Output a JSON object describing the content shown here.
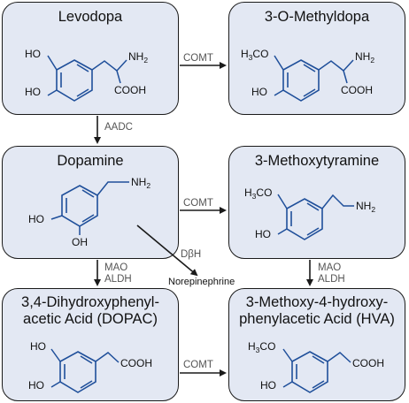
{
  "colors": {
    "box_fill": "#e3e8f3",
    "box_border": "#1a1a1a",
    "bond": "#1f4f9a",
    "enzyme_text": "#555555"
  },
  "compounds": {
    "levodopa": {
      "name": "Levodopa",
      "groups": {
        "ho_top": "HO",
        "ho_bottom": "HO",
        "nh": "NH",
        "nh_sub": "2",
        "acid": "COOH"
      }
    },
    "omd": {
      "name": "3-O-Methyldopa",
      "groups": {
        "h3co_h": "H",
        "h3co_3": "3",
        "h3co_co": "CO",
        "ho": "HO",
        "nh": "NH",
        "nh_sub": "2",
        "acid": "COOH"
      }
    },
    "dopamine": {
      "name": "Dopamine",
      "groups": {
        "nh": "NH",
        "nh_sub": "2",
        "ho_left": "HO",
        "oh_bottom": "OH"
      }
    },
    "mt": {
      "name": "3-Methoxytyramine",
      "groups": {
        "h3co_h": "H",
        "h3co_3": "3",
        "h3co_co": "CO",
        "ho": "HO",
        "nh": "NH",
        "nh_sub": "2"
      }
    },
    "dopac": {
      "name_line1": "3,4-Dihydroxyphenyl-",
      "name_line2": "acetic Acid (DOPAC)",
      "groups": {
        "ho_top": "HO",
        "ho_bottom": "HO",
        "acid": "COOH"
      }
    },
    "hva": {
      "name_line1": "3-Methoxy-4-hydroxy-",
      "name_line2": "phenylacetic Acid (HVA)",
      "groups": {
        "h3co_h": "H",
        "h3co_3": "3",
        "h3co_co": "CO",
        "ho": "HO",
        "acid": "COOH"
      }
    }
  },
  "enzymes": {
    "comt_top": "COMT",
    "aadc": "AADC",
    "comt_mid": "COMT",
    "dbh": "DβH",
    "mao_left": "MAO",
    "aldh_left": "ALDH",
    "mao_right": "MAO",
    "aldh_right": "ALDH",
    "comt_bottom": "COMT"
  },
  "products": {
    "norepinephrine": "Norepinephrine"
  }
}
